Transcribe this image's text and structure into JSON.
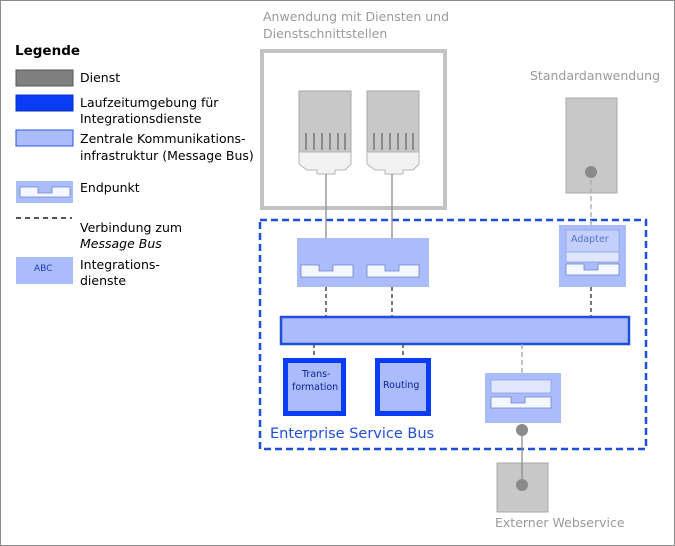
{
  "legend": {
    "title": "Legende",
    "service": "Dienst",
    "runtime_line1": "Laufzeitumgebung  für",
    "runtime_line2": "Integrationsdienste",
    "bus_line1": "Zentrale Kommunikations-",
    "bus_line2": "infrastruktur (Message Bus)",
    "endpoint": "Endpunkt",
    "connection_line1": "Verbindung zum",
    "connection_line2": "Message Bus",
    "integration_line1": "Integrations-",
    "integration_line2": "dienste",
    "abc_sample": "ABC"
  },
  "diagram": {
    "app_services_line1": "Anwendung mit Diensten und",
    "app_services_line2": "Dienstschnittstellen",
    "standard_app": "Standardanwendung",
    "adapter": "Adapter",
    "transformation_line1": "Trans-",
    "transformation_line2": "formation",
    "routing": "Routing",
    "esb": "Enterprise Service Bus",
    "external_ws": "Externer Webservice"
  },
  "colors": {
    "service_gray": "#c8c8c8",
    "runtime_blue": "#0a3cf5",
    "bus_light_blue": "#aabcfb",
    "esb_border": "#1f4fd8",
    "text_gray": "#9a9a9a"
  }
}
